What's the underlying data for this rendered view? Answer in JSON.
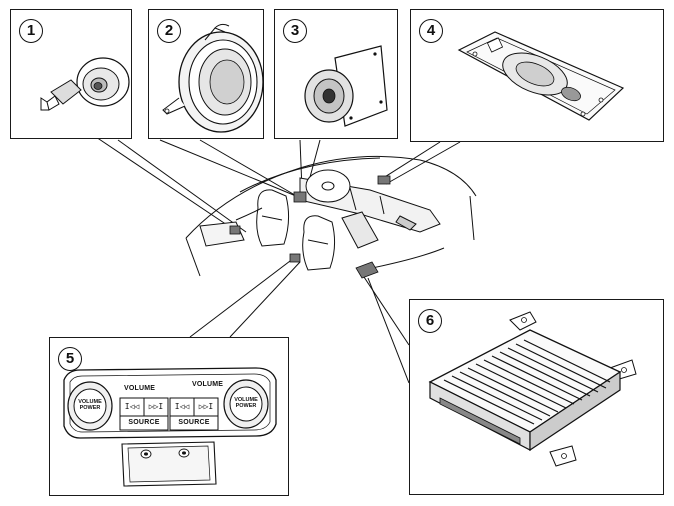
{
  "callouts": {
    "c1": "1",
    "c2": "2",
    "c3": "3",
    "c4": "4",
    "c5": "5",
    "c6": "6"
  },
  "control_panel": {
    "volume_left": "VOLUME",
    "volume_right": "VOLUME",
    "source_left": "SOURCE",
    "source_right": "SOURCE",
    "knob_left_line1": "VOLUME",
    "knob_left_line2": "POWER",
    "knob_right_line1": "VOLUME",
    "knob_right_line2": "POWER",
    "prev_glyph": "I◁◁",
    "next_glyph": "▷▷I"
  }
}
